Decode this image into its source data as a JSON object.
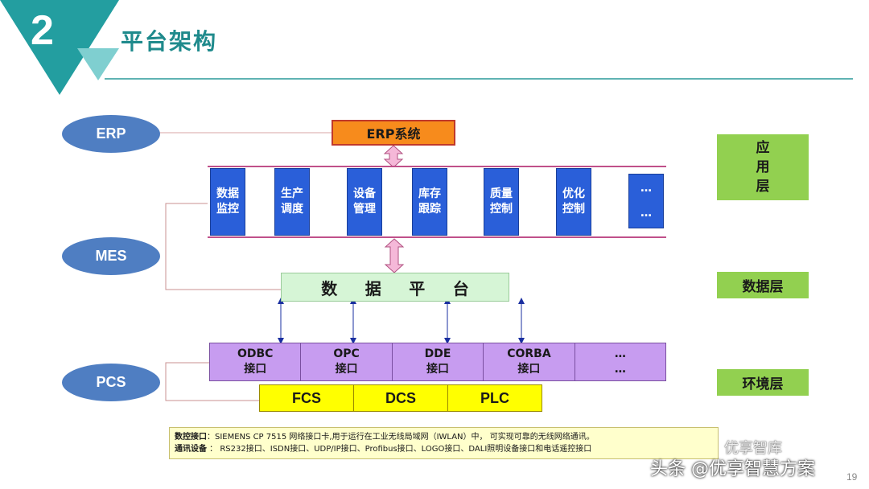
{
  "header": {
    "section_number": "2",
    "title": "平台架构"
  },
  "left_ovals": {
    "erp": "ERP",
    "mes": "MES",
    "pcs": "PCS"
  },
  "erp_box": "ERP系统",
  "mes_modules": [
    {
      "label": "数据监控"
    },
    {
      "label": "生产调度"
    },
    {
      "label": "设备管理"
    },
    {
      "label": "库存跟踪"
    },
    {
      "label": "质量控制"
    },
    {
      "label": "优化控制"
    }
  ],
  "mes_more": {
    "top": "…",
    "bottom": "…"
  },
  "platform": {
    "chars": [
      "数",
      "据",
      "平",
      "台"
    ]
  },
  "interfaces": [
    {
      "line1": "ODBC",
      "line2": "接口"
    },
    {
      "line1": "OPC",
      "line2": "接口"
    },
    {
      "line1": "DDE",
      "line2": "接口"
    },
    {
      "line1": "CORBA",
      "line2": "接口"
    },
    {
      "line1": "…",
      "line2": "…"
    }
  ],
  "field_systems": [
    "FCS",
    "DCS",
    "PLC"
  ],
  "layers": {
    "app_chars": [
      "应",
      "用",
      "层"
    ],
    "data": "数据层",
    "env": "环境层"
  },
  "note": {
    "label1": "数控接口",
    "text1": "：SIEMENS  CP 7515 网络接口卡,用于运行在工业无线局域网（IWLAN）中， 可实现可靠的无线网络通讯。",
    "label2": "通讯设备",
    "text2": "      ：  RS232接口、ISDN接口、UDP/IP接口、Profibus接口、LOGO接口、DALI照明设备接口和电话遥控接口"
  },
  "watermark": {
    "line1": "优享智库",
    "line2": "头条 @优享智慧方案"
  },
  "page_number": "19",
  "colors": {
    "teal": "#1f8a8c",
    "oval_blue": "#4f7ec2",
    "module_blue": "#2a5fd9",
    "erp_orange": "#f78b1c",
    "platform_green": "#d6f5d6",
    "interface_purple": "#c79cf0",
    "field_yellow": "#ffff00",
    "layer_green": "#92d050",
    "note_yellow": "#ffffcc"
  }
}
